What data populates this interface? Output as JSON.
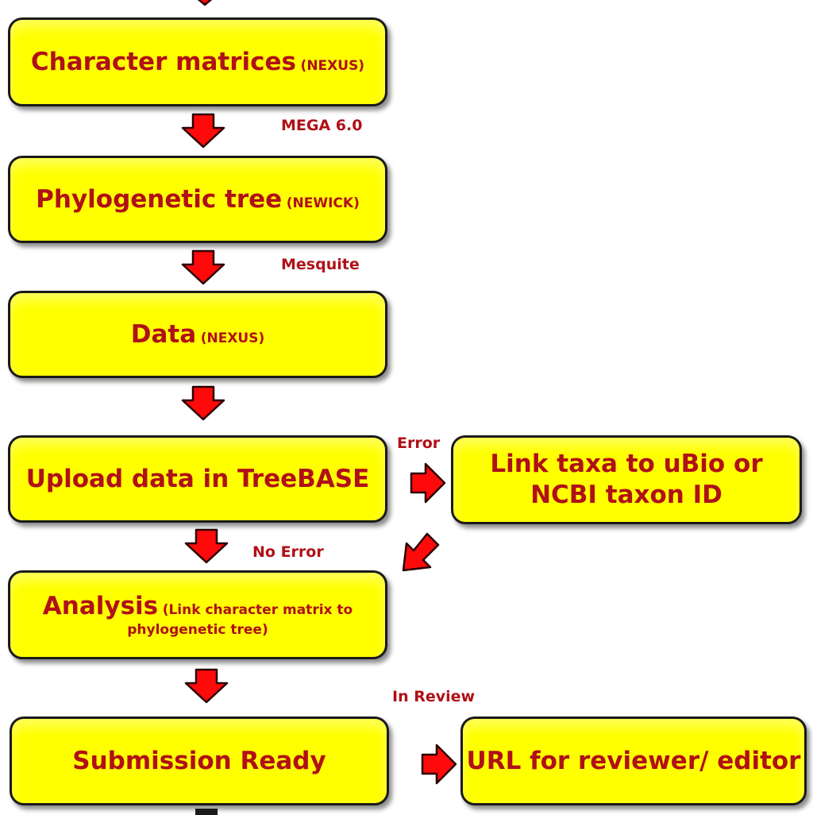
{
  "boxes": {
    "character_matrices": {
      "main": "Character matrices",
      "sub": "(NEXUS)"
    },
    "phylogenetic_tree": {
      "main": "Phylogenetic tree",
      "sub": "(NEWICK)"
    },
    "data": {
      "main": "Data",
      "sub": "(NEXUS)"
    },
    "upload": {
      "main": "Upload data in TreeBASE"
    },
    "link_taxa": {
      "main": "Link taxa to uBio or NCBI taxon ID"
    },
    "analysis": {
      "main": "Analysis",
      "sub": "(Link character matrix to phylogenetic tree)"
    },
    "submission": {
      "main": "Submission Ready"
    },
    "url": {
      "main": "URL for reviewer/ editor"
    }
  },
  "labels": {
    "mega": "MEGA 6.0",
    "mesquite": "Mesquite",
    "error": "Error",
    "no_error": "No Error",
    "in_review": "In Review"
  },
  "colors": {
    "box_fill": "#ffff00",
    "box_border": "#1a1a1a",
    "text": "#b01017",
    "arrow_fill": "#ff0a0a"
  }
}
